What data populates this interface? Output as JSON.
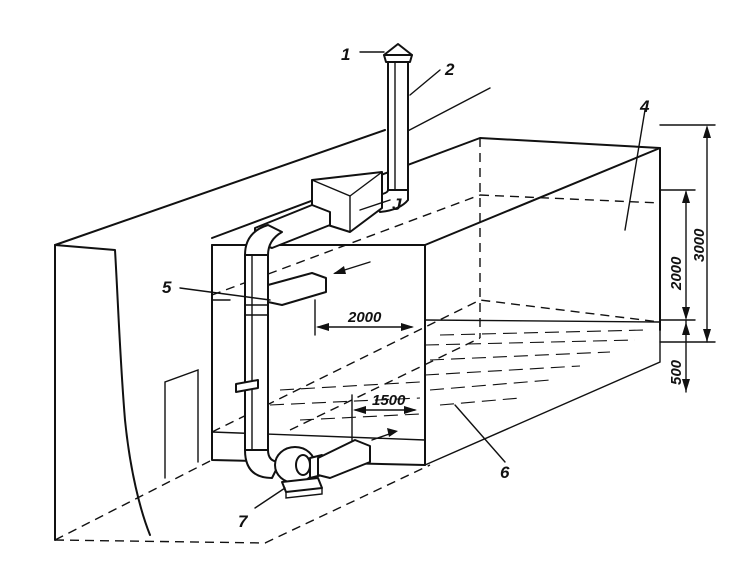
{
  "labels": {
    "l1": "1",
    "l2": "2",
    "l3": "J",
    "l4": "4",
    "l5": "5",
    "l6": "6",
    "l7": "7"
  },
  "dimensions": {
    "d2000_horizontal": "2000",
    "d1500": "1500",
    "d2000_vertical": "2000",
    "d3000": "3000",
    "d500": "500"
  }
}
